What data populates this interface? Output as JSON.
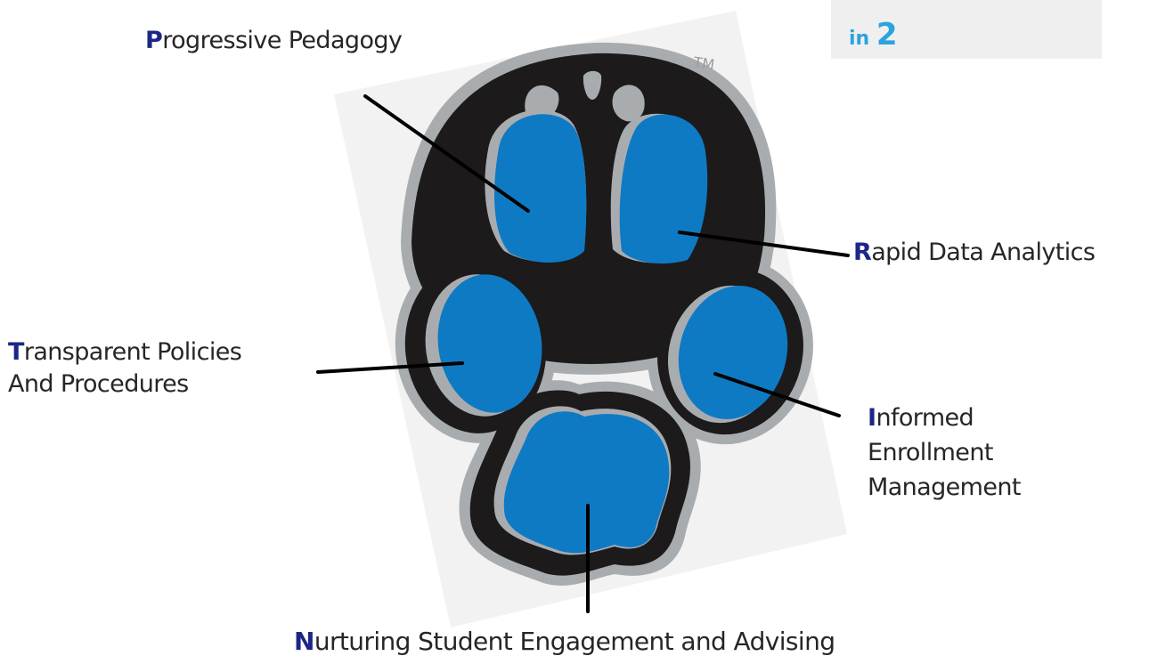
{
  "corner": {
    "prefix": "in",
    "number": "2"
  },
  "logo": {
    "mark": "TM"
  },
  "labels": {
    "progressive": {
      "initial": "P",
      "rest": "rogressive Pedagogy"
    },
    "rapid": {
      "initial": "R",
      "rest": "apid Data Analytics"
    },
    "transparent": {
      "initial": "T",
      "rest": "ransparent Policies\nAnd Procedures"
    },
    "informed": {
      "initial": "I",
      "rest": "nformed\nEnrollment\nManagement"
    },
    "nurturing": {
      "initial": "N",
      "rest": "urturing Student Engagement and Advising"
    }
  },
  "colors": {
    "pad_blue": "#0f7ac4",
    "outline_black": "#1c1a1b",
    "rim_gray": "#a9acaf",
    "initial_navy": "#1d2686",
    "corner_text_blue": "#2aa3df"
  }
}
